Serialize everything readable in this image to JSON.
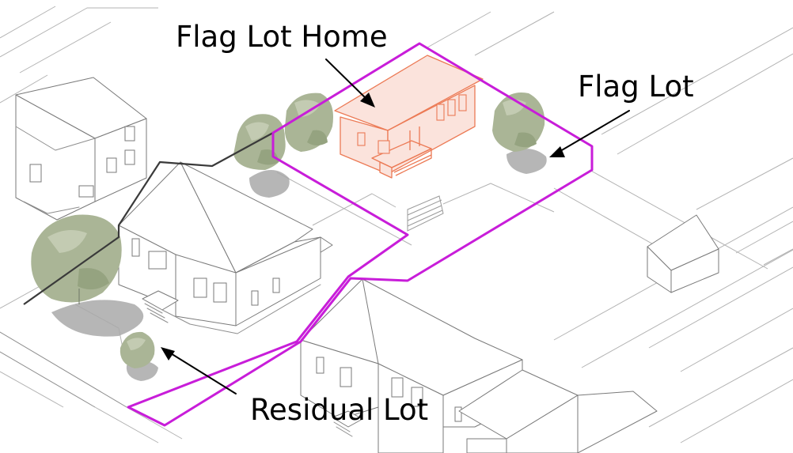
{
  "labels": {
    "flag_lot_home": "Flag Lot Home",
    "flag_lot": "Flag Lot",
    "residual_lot": "Residual Lot"
  },
  "colors": {
    "flag_lot_boundary": "#c81dd9",
    "residual_lot_boundary": "#e040ee",
    "flag_lot_home_outline": "#ec7a55",
    "flag_lot_home_fill": "#fbe3dc",
    "property_line": "#3a3a3a"
  },
  "icons": {
    "arrow": "arrow-icon",
    "tree": "tree-icon",
    "house": "house-icon"
  }
}
